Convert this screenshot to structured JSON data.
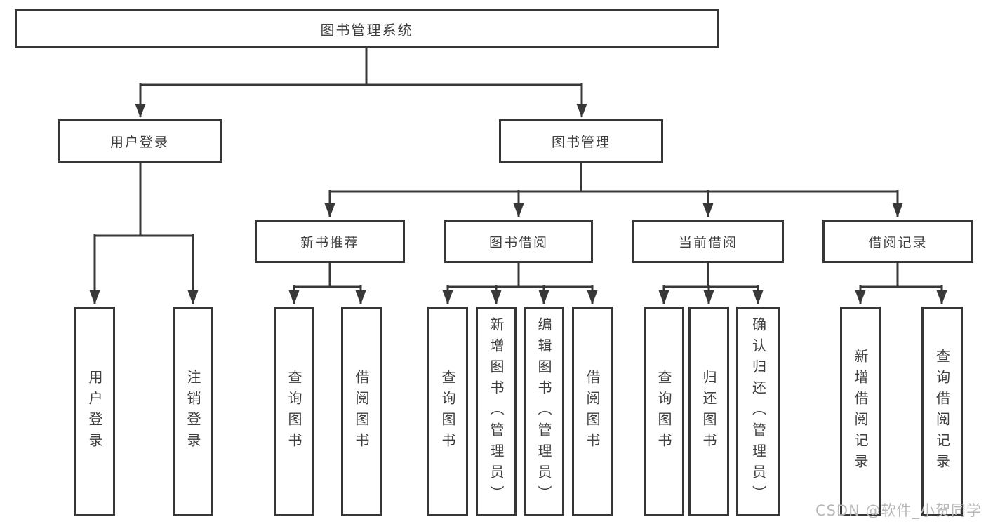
{
  "tree": {
    "label": "图书管理系统",
    "children": [
      {
        "label": "用户登录",
        "children": [
          {
            "label": "用户登录"
          },
          {
            "label": "注销登录"
          }
        ]
      },
      {
        "label": "图书管理",
        "children": [
          {
            "label": "新书推荐",
            "children": [
              {
                "label": "查询图书"
              },
              {
                "label": "借阅图书"
              }
            ]
          },
          {
            "label": "图书借阅",
            "children": [
              {
                "label": "查询图书"
              },
              {
                "label": "新增图书（管理员）"
              },
              {
                "label": "编辑图书（管理员）"
              },
              {
                "label": "借阅图书"
              }
            ]
          },
          {
            "label": "当前借阅",
            "children": [
              {
                "label": "查询图书"
              },
              {
                "label": "归还图书"
              },
              {
                "label": "确认归还（管理员）"
              }
            ]
          },
          {
            "label": "借阅记录",
            "children": [
              {
                "label": "新增借阅记录"
              },
              {
                "label": "查询借阅记录"
              }
            ]
          }
        ]
      }
    ]
  },
  "watermark": {
    "text": "CSDN @软件_小贺同学",
    "color": "#b9b9b9"
  },
  "colors": {
    "line": "#383838",
    "border": "#363636",
    "text": "#3f3f3f",
    "background": "#ffffff"
  }
}
